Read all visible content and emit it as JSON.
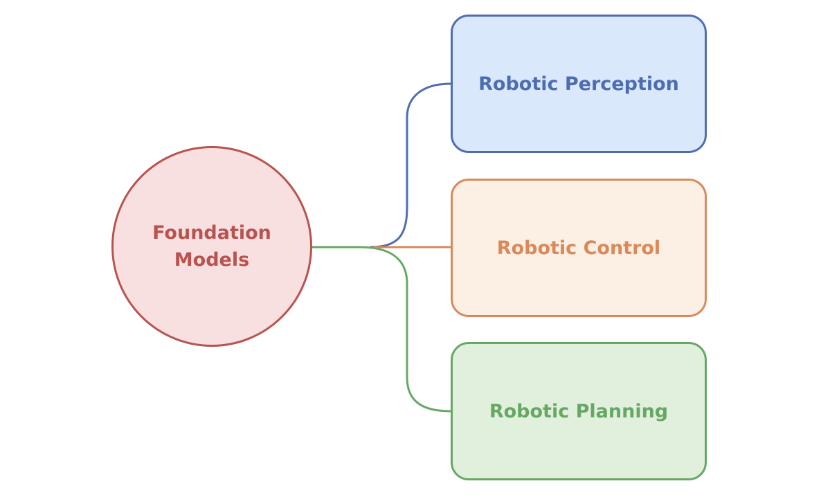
{
  "diagram": {
    "type": "mind-map",
    "root": {
      "label": "Foundation Models",
      "color": "#b85450",
      "fill": "#f8dfe0"
    },
    "branches": [
      {
        "id": "perception",
        "label": "Robotic Perception",
        "color": "#4e6db1",
        "fill": "#dae8fc"
      },
      {
        "id": "control",
        "label": "Robotic Control",
        "color": "#d9895a",
        "fill": "#fcefe3"
      },
      {
        "id": "planning",
        "label": "Robotic Planning",
        "color": "#66a863",
        "fill": "#e0f0dd"
      }
    ],
    "edges": [
      {
        "from": "root",
        "to": "perception"
      },
      {
        "from": "root",
        "to": "control"
      },
      {
        "from": "root",
        "to": "planning"
      }
    ]
  }
}
